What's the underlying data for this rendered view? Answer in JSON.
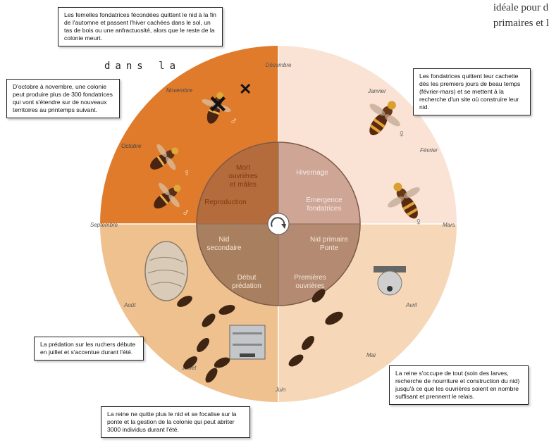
{
  "page_fragment": {
    "line1": "idéale pour d",
    "line2": "primaires et l"
  },
  "overlay_text": "dans la",
  "notes": {
    "top": "Les femelles fondatrices fécondées quittent le nid à la fin de l'automne et passent l'hiver cachées dans le sol, un tas de bois ou une anfractuosité, alors que le reste de la colonie meurt.",
    "left": "D'octobre à novembre, une colonie peut produire plus de 300 fondatrices qui vont s'étendre sur de nouveaux territoires au printemps suivant.",
    "right": "Les fondatrices quittent leur cachette dès les premiers jours de beau temps (février-mars) et se mettent à la recherche d'un site où construire leur nid.",
    "predation": "La prédation sur les ruchers débute en juillet et s'accentue durant l'été.",
    "queen_leave": "La reine ne quitte plus le nid et se focalise sur la ponte et la gestion de la colonie qui peut abriter 3000 individus durant l'été.",
    "queen_all": "La reine s'occupe de tout (soin des larves, recherche de nourriture et construction du nid) jusqu'à ce que les ouvrières soient en nombre suffisant et prennent le relais."
  },
  "months": {
    "dec": "Décembre",
    "jan": "Janvier",
    "feb": "Février",
    "mar": "Mars",
    "apr": "Avril",
    "may": "Mai",
    "jun": "Juin",
    "jul": "Juillet",
    "aug": "Août",
    "sep": "Septembre",
    "oct": "Octobre",
    "nov": "Novembre"
  },
  "phases": {
    "mort_1": "Mort",
    "mort_2": "ouvrières",
    "mort_3": "et mâles",
    "hivernage": "Hivernage",
    "emergence_1": "Emergence",
    "emergence_2": "fondatrices",
    "reproduction": "Reproduction",
    "nid_sec_1": "Nid",
    "nid_sec_2": "secondaire",
    "nid_prim_1": "Nid primaire",
    "nid_prim_2": "Ponte",
    "debut_1": "Début",
    "debut_2": "prédation",
    "premieres_1": "Premières",
    "premieres_2": "ouvrières"
  },
  "symbols": {
    "female": "♀",
    "male": "♂",
    "dead": "✕"
  },
  "colors": {
    "winter_outer": "#fae3d4",
    "winter_inner": "#cfa596",
    "autumn_outer": "#e07b2c",
    "autumn_inner": "#b56c3d",
    "spring_outer": "#f6d8b8",
    "spring_inner": "#b48b72",
    "summer_outer": "#efc18f",
    "summer_inner": "#a9805f"
  }
}
